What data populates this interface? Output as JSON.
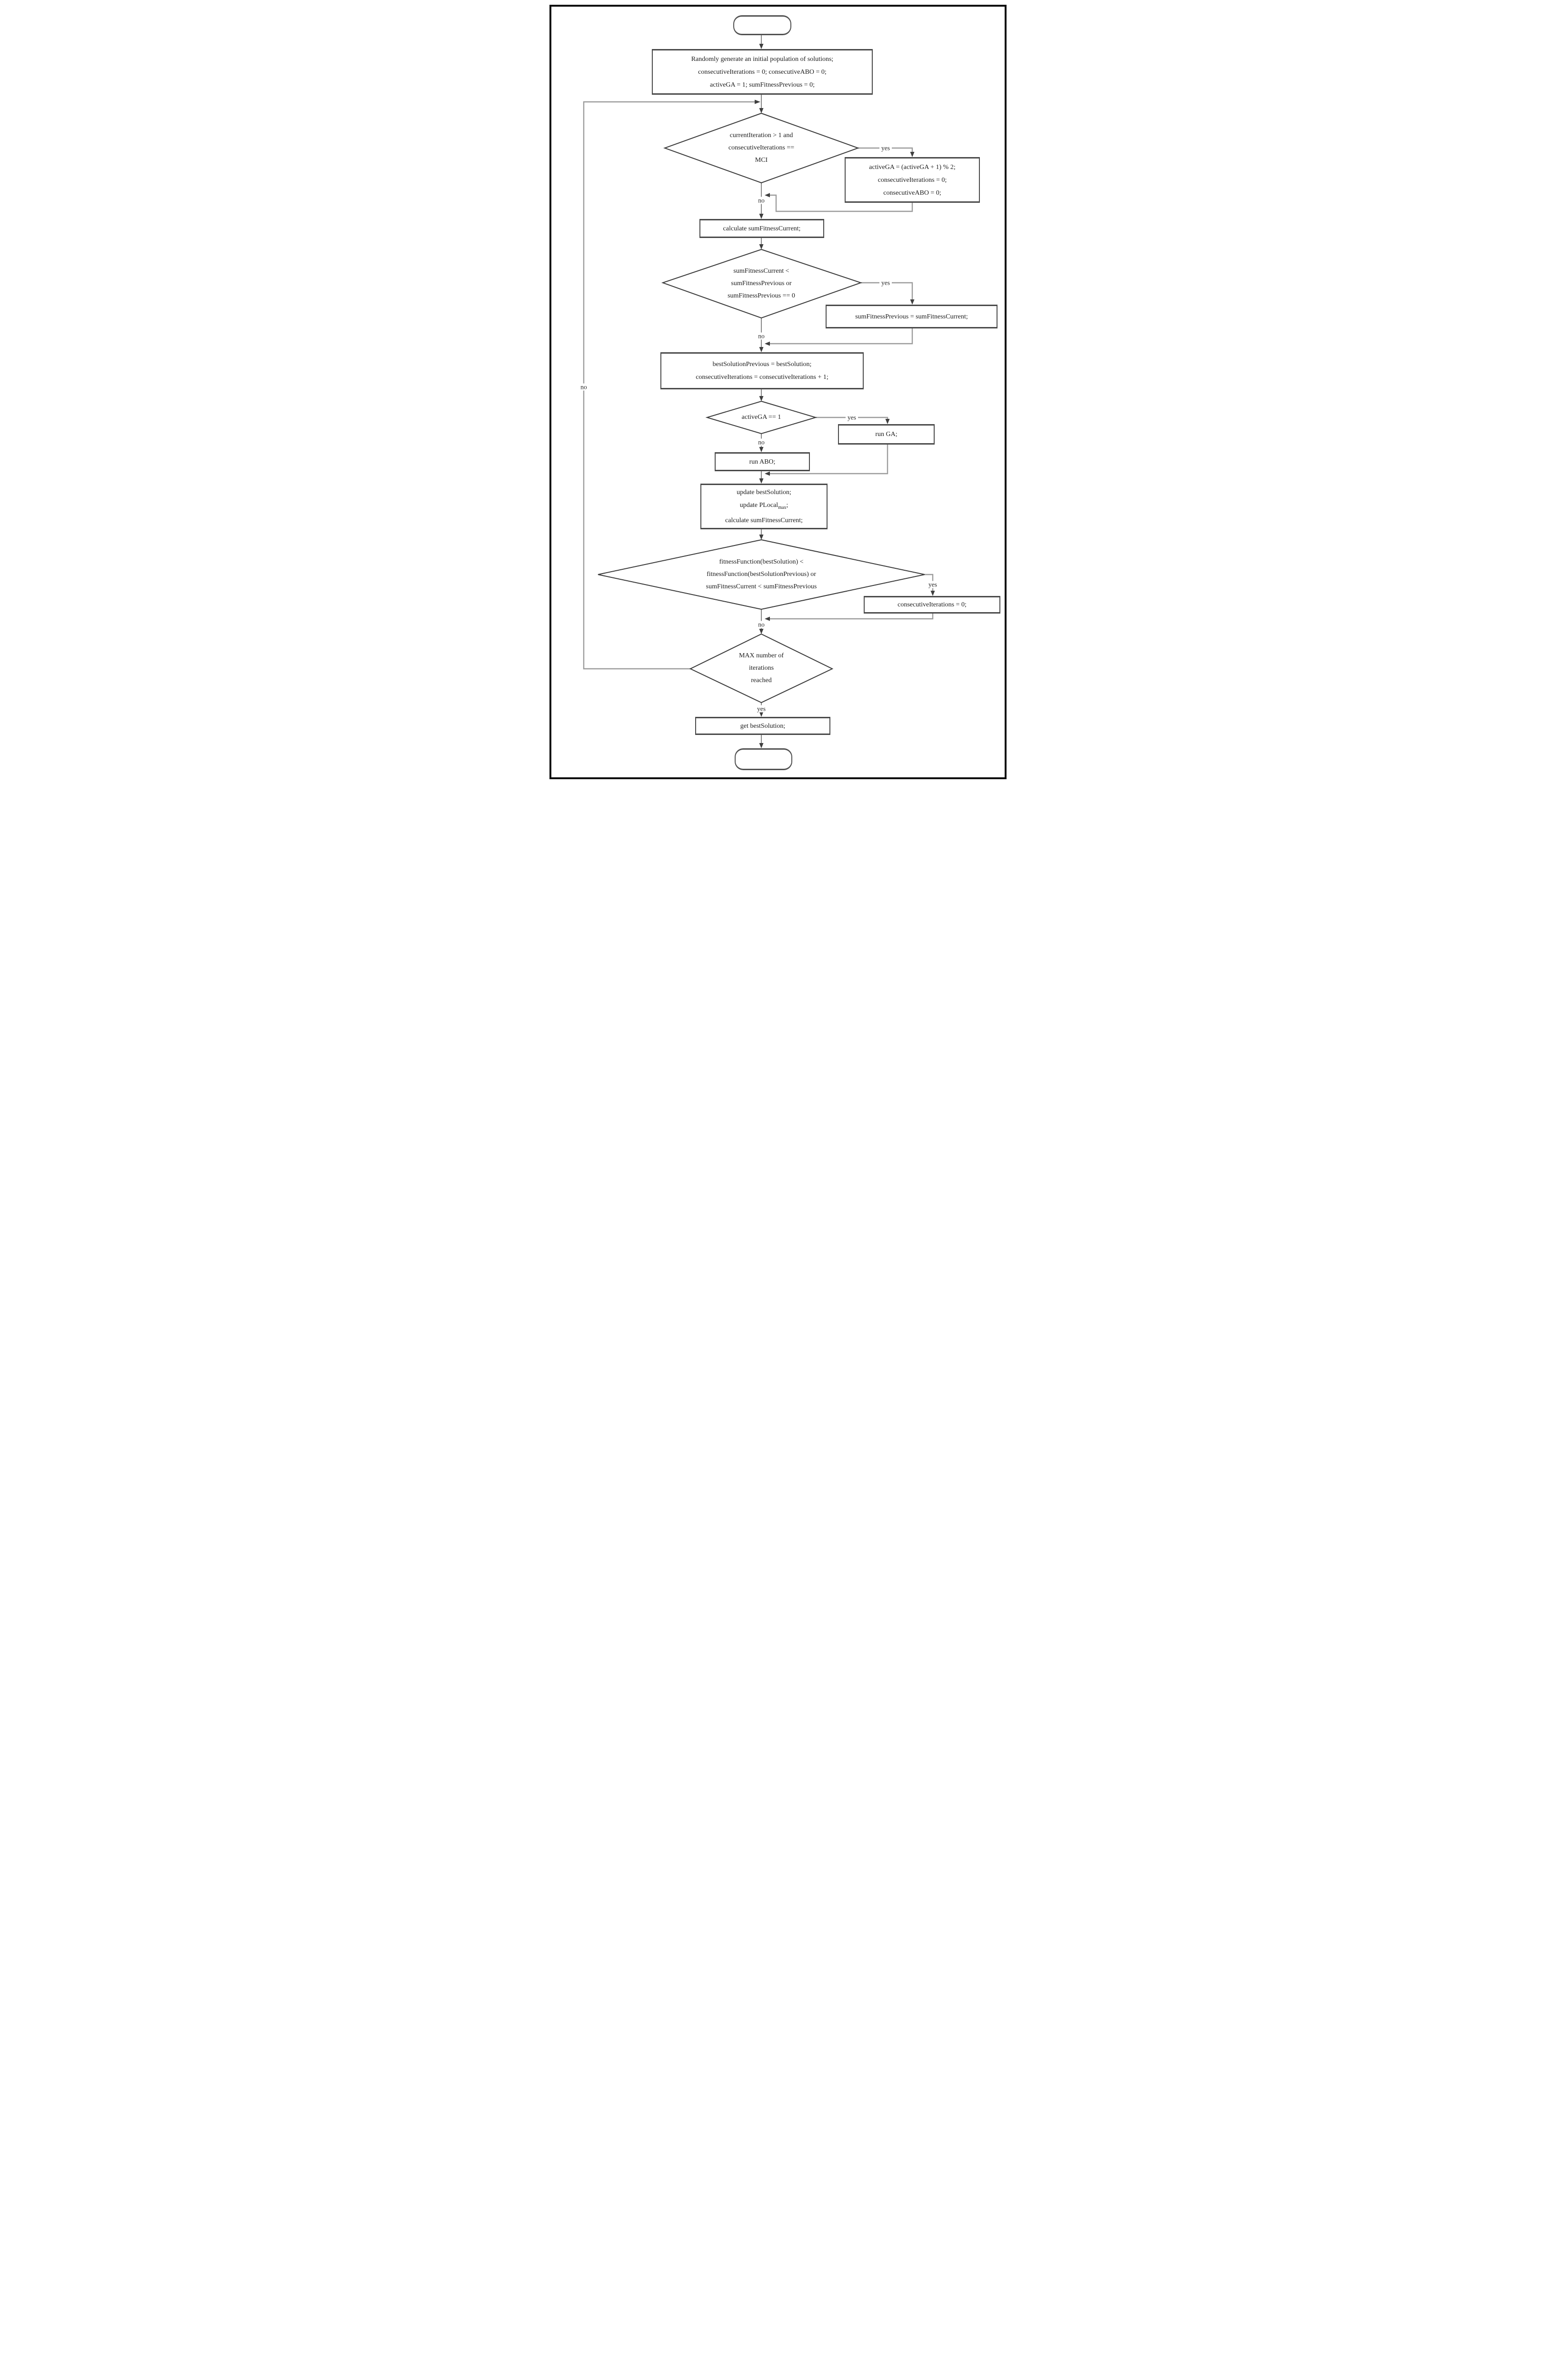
{
  "flowchart": {
    "labels": {
      "yes": "yes",
      "no": "no"
    },
    "nodes": {
      "start": {
        "shape": "terminal"
      },
      "init": {
        "shape": "process",
        "lines": [
          "Randomly generate an initial population of solutions;",
          "consecutiveIterations = 0; consecutiveABO = 0;",
          "activeGA = 1; sumFitnessPrevious = 0;"
        ]
      },
      "mci_check": {
        "shape": "decision",
        "lines": [
          "currentIteration > 1 and",
          "consecutiveIterations ==",
          "MCI"
        ]
      },
      "toggle_algorithm": {
        "shape": "process",
        "lines": [
          "activeGA = (activeGA + 1) % 2;",
          "consecutiveIterations = 0;",
          "consecutiveABO = 0;"
        ]
      },
      "calc_sum_fitness": {
        "shape": "process",
        "label": "calculate sumFitnessCurrent;"
      },
      "sum_fitness_check": {
        "shape": "decision",
        "lines": [
          "sumFitnessCurrent <",
          "sumFitnessPrevious or",
          "sumFitnessPrevious == 0"
        ]
      },
      "store_sum_fitness": {
        "shape": "process",
        "label": "sumFitnessPrevious = sumFitnessCurrent;"
      },
      "store_best_solution": {
        "shape": "process",
        "lines": [
          "bestSolutionPrevious = bestSolution;",
          "consecutiveIterations = consecutiveIterations + 1;"
        ]
      },
      "active_ga_check": {
        "shape": "decision",
        "label": "activeGA == 1"
      },
      "run_ga": {
        "shape": "process",
        "label": "run GA;"
      },
      "run_abo": {
        "shape": "process",
        "label": "run ABO;"
      },
      "update_best": {
        "shape": "process",
        "line1": "update bestSolution;",
        "line2_main": "update PLocal",
        "line2_sub": "max",
        "line2_end": ";",
        "line3": "calculate sumFitnessCurrent;"
      },
      "improvement_check": {
        "shape": "decision",
        "lines": [
          "fitnessFunction(bestSolution) <",
          "fitnessFunction(bestSolutionPrevious) or",
          "sumFitnessCurrent < sumFitnessPrevious"
        ]
      },
      "reset_consecutive": {
        "shape": "process",
        "label": "consecutiveIterations = 0;"
      },
      "max_iterations_check": {
        "shape": "decision",
        "lines": [
          "MAX number of",
          "iterations",
          "reached"
        ]
      },
      "get_best_solution": {
        "shape": "process",
        "label": "get bestSolution;"
      },
      "end": {
        "shape": "terminal"
      }
    }
  }
}
